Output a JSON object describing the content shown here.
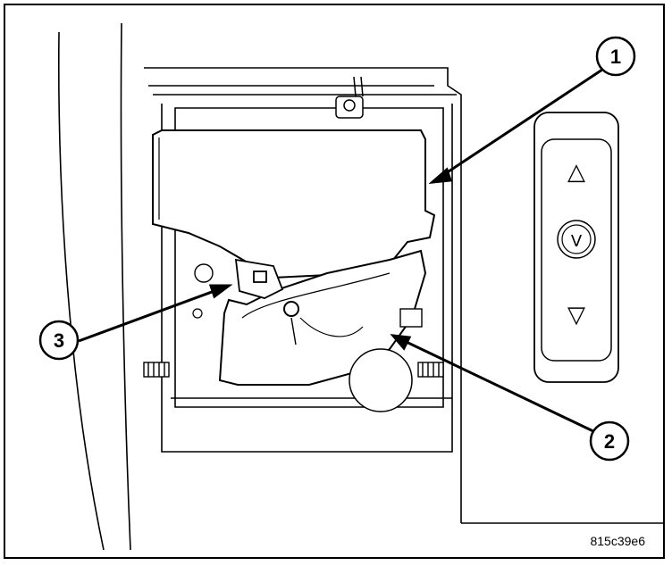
{
  "callouts": [
    {
      "number": "1"
    },
    {
      "number": "2"
    },
    {
      "number": "3"
    }
  ],
  "figure_code": "815c39e6",
  "switch_buttons": {
    "up": "△",
    "center": "V",
    "down": "▽"
  }
}
